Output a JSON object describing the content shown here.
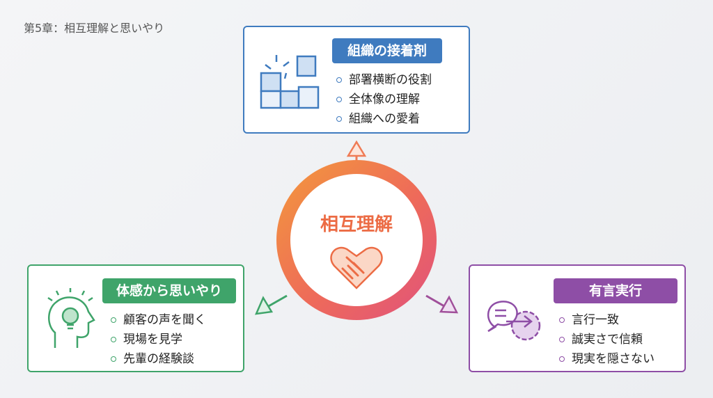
{
  "title": "第5章：相互理解と思いやり",
  "center": {
    "label": "相互理解",
    "icon": "handshake-heart-icon"
  },
  "top": {
    "heading": "組織の接着剤",
    "items": [
      "部署横断の役割",
      "全体像の理解",
      "組織への愛着"
    ],
    "icon": "puzzle-icon",
    "color": "#3f7bbf"
  },
  "left": {
    "heading": "体感から思いやり",
    "items": [
      "顧客の声を聞く",
      "現場を見学",
      "先輩の経験談"
    ],
    "icon": "head-lightbulb-icon",
    "color": "#3fa46a"
  },
  "right": {
    "heading": "有言実行",
    "items": [
      "言行一致",
      "誠実さで信頼",
      "現実を隠さない"
    ],
    "icon": "speech-gear-icon",
    "color": "#8e4ea6"
  }
}
